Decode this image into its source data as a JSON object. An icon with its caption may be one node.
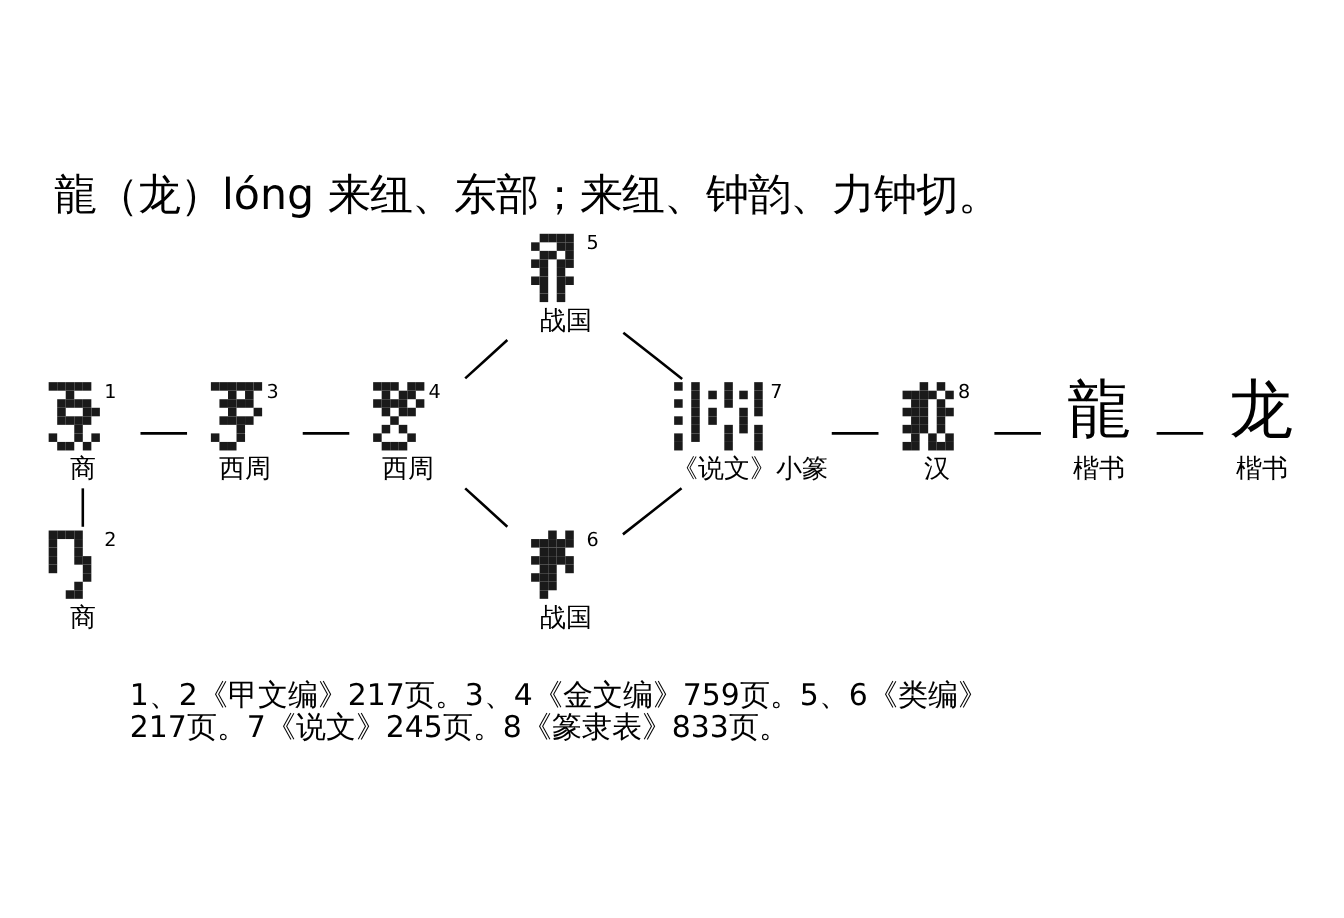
{
  "diagram": {
    "title": "龍（龙）lóng 来纽、东部；来纽、钟韵、力钟切。",
    "nodes": [
      {
        "text": [],
        "shape": "picture",
        "beside": [
          "1",
          "商"
        ]
      },
      {
        "text": [],
        "shape": "picture",
        "beside": [
          "2",
          "商"
        ]
      },
      {
        "text": [],
        "shape": "picture",
        "beside": [
          "3",
          "西周"
        ]
      },
      {
        "text": [],
        "shape": "picture",
        "beside": [
          "4",
          "西周"
        ]
      },
      {
        "text": [],
        "shape": "picture",
        "beside": [
          "5",
          "战国"
        ]
      },
      {
        "text": [],
        "shape": "picture",
        "beside": [
          "6",
          "战国"
        ]
      },
      {
        "text": [],
        "shape": "picture",
        "beside": [
          "7",
          "《说文》小篆"
        ]
      },
      {
        "text": [],
        "shape": "picture",
        "beside": [
          "8",
          "汉"
        ]
      },
      {
        "text": [
          "龍"
        ],
        "beside": [
          "楷书"
        ]
      },
      {
        "text": [
          "龙"
        ],
        "beside": [
          "楷书"
        ]
      }
    ],
    "edges": [
      {
        "from": 0,
        "to": 1,
        "arrow": "none"
      },
      {
        "from": 0,
        "to": 2,
        "arrow": "none"
      },
      {
        "from": 2,
        "to": 3,
        "arrow": "none"
      },
      {
        "from": 3,
        "to": 4,
        "arrow": "none"
      },
      {
        "from": 3,
        "to": 5,
        "arrow": "none"
      },
      {
        "from": 4,
        "to": 6,
        "arrow": "none"
      },
      {
        "from": 5,
        "to": 6,
        "arrow": "none"
      },
      {
        "from": 6,
        "to": 7,
        "arrow": "none"
      },
      {
        "from": 7,
        "to": 8,
        "arrow": "none"
      },
      {
        "from": 8,
        "to": 9,
        "arrow": "none"
      }
    ],
    "labels": [
      "1、2《甲文编》217页。3、4《金文编》759页。5、6《类编》217页。7《说文》245页。8《篆隶表》833页。"
    ]
  }
}
